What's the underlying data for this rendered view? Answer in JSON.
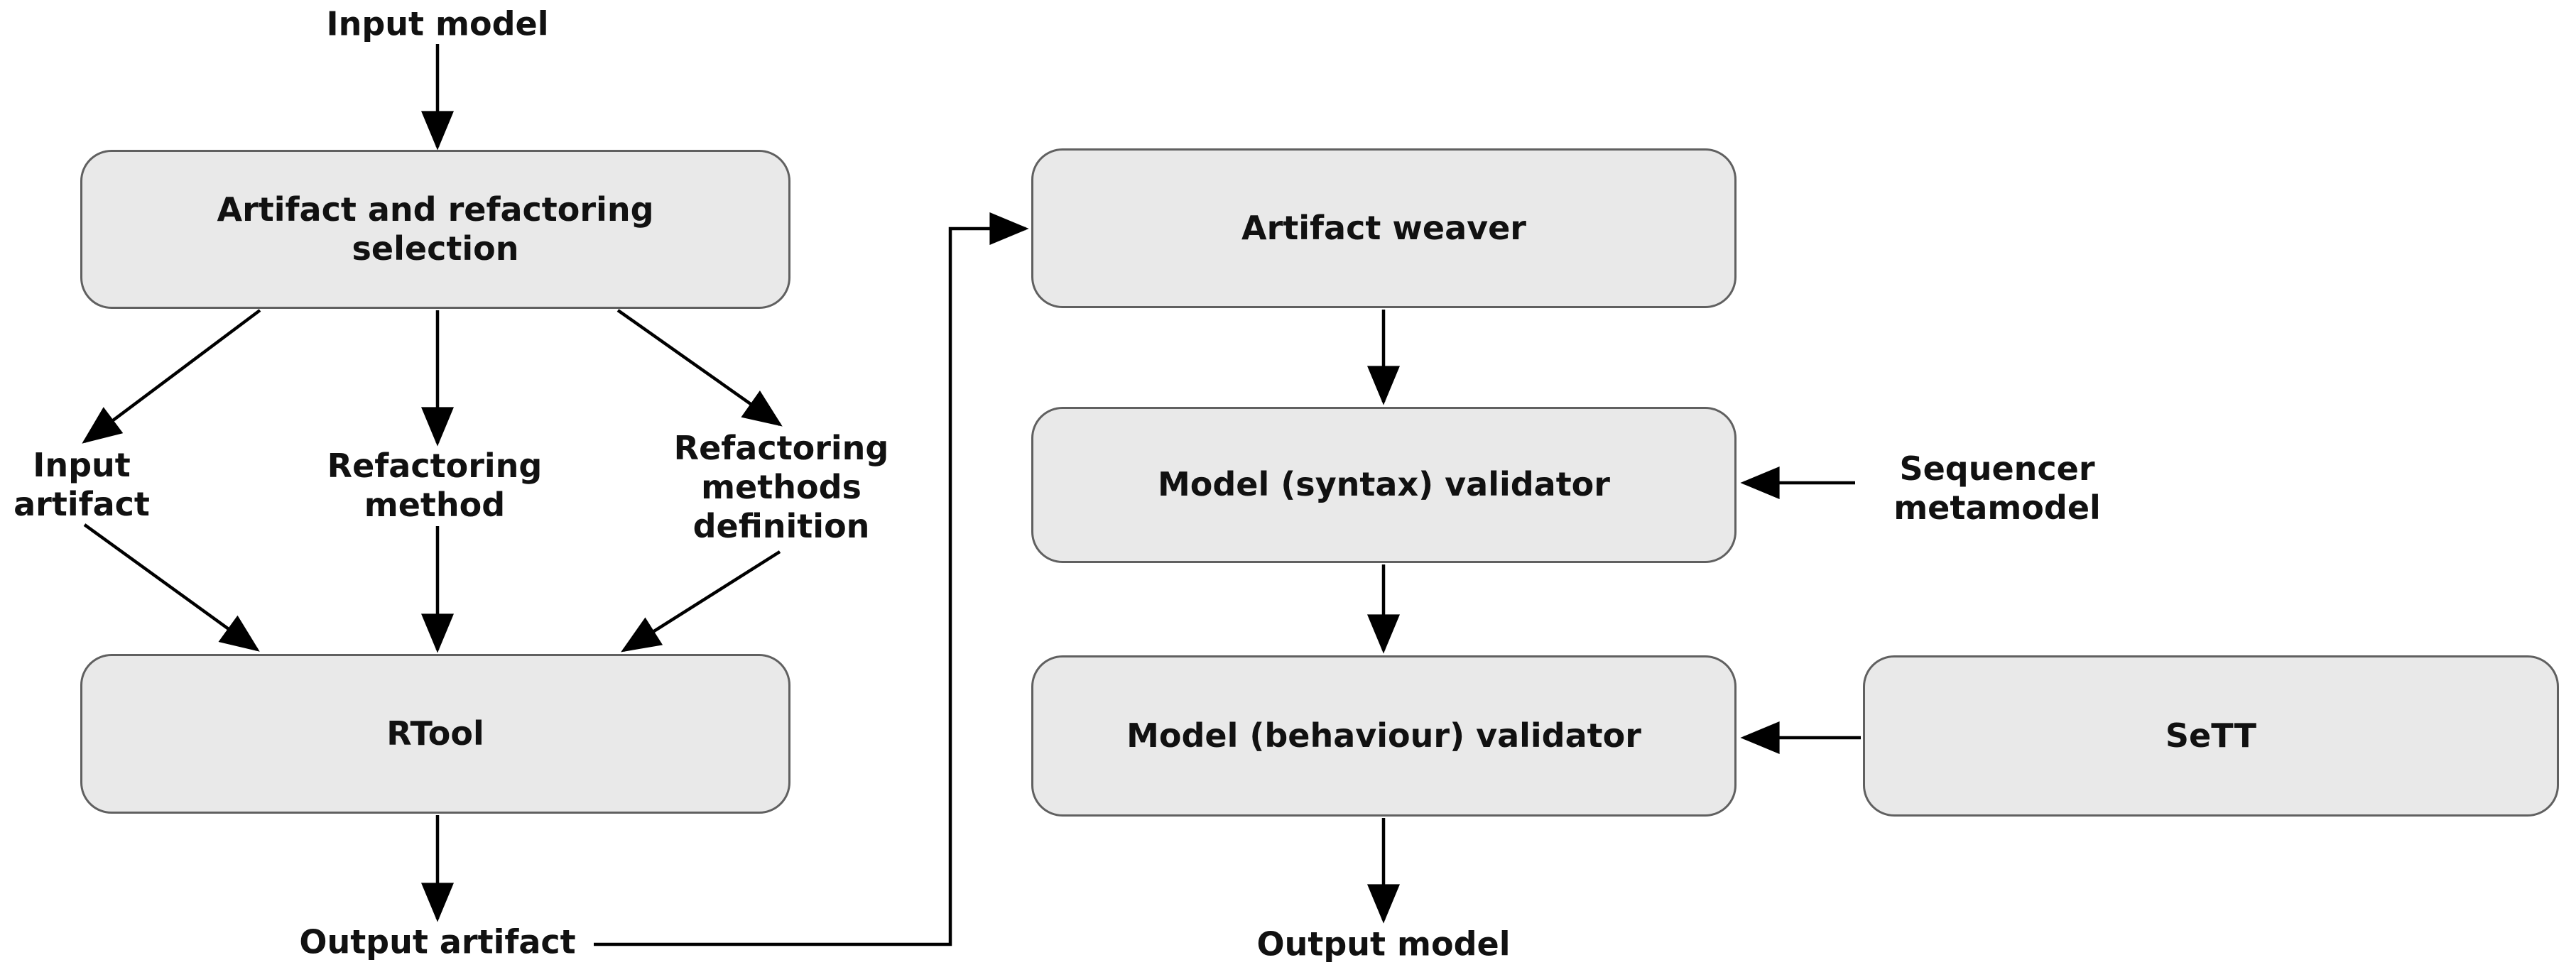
{
  "diagram": {
    "boxes": {
      "artifact_selection": {
        "label": "Artifact and refactoring\nselection"
      },
      "rtool": {
        "label": "RTool"
      },
      "artifact_weaver": {
        "label": "Artifact weaver"
      },
      "syntax_validator": {
        "label": "Model (syntax) validator"
      },
      "behaviour_validator": {
        "label": "Model (behaviour) validator"
      },
      "sett": {
        "label": "SeTT"
      }
    },
    "labels": {
      "input_model": "Input model",
      "input_artifact": "Input\nartifact",
      "refactoring_method": "Refactoring\nmethod",
      "refactoring_methods_definition": "Refactoring\nmethods\ndefinition",
      "sequencer_metamodel": "Sequencer\nmetamodel",
      "output_artifact": "Output artifact",
      "output_model": "Output model"
    },
    "colors": {
      "line": "#000000",
      "box_fill": "#e9e9e9",
      "box_border": "#606060",
      "text": "#111111",
      "background": "#ffffff"
    }
  }
}
